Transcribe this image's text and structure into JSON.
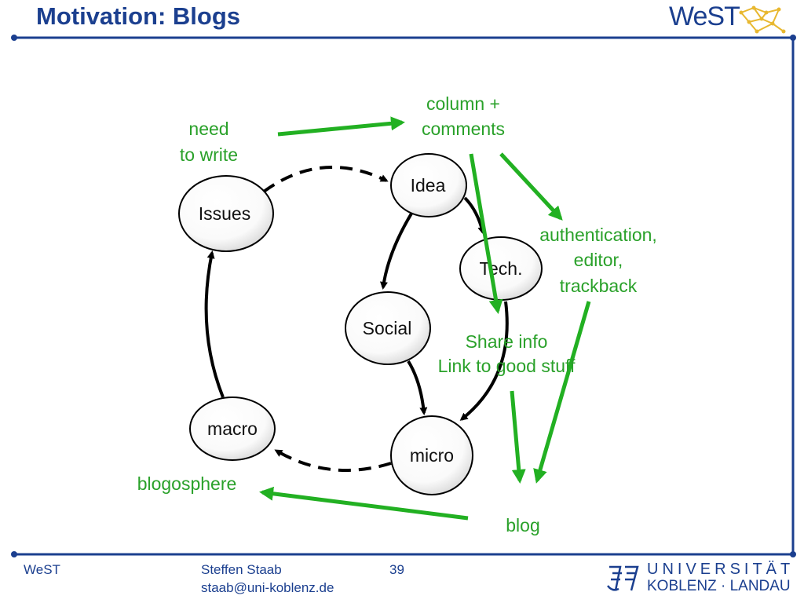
{
  "title": "Motivation: Blogs",
  "header_logo": {
    "text": "WeST"
  },
  "diagram": {
    "nodes": {
      "issues": "Issues",
      "idea": "Idea",
      "tech": "Tech.",
      "social": "Social",
      "micro": "micro",
      "macro": "macro"
    },
    "annotations": {
      "need_line1": "need",
      "need_line2": "to write",
      "column_line1": "column +",
      "column_line2": "comments",
      "auth_line1": "authentication,",
      "auth_line2": "editor,",
      "auth_line3": "trackback",
      "share_line1": "Share info",
      "share_line2": "Link to good stuff",
      "blog": "blog",
      "blogosphere": "blogosphere"
    }
  },
  "footer": {
    "left": "WeST",
    "author": "Steffen Staab",
    "email": "staab@uni-koblenz.de",
    "page": "39",
    "university_line1": "UNIVERSITÄT",
    "university_line2": "KOBLENZ · LANDAU"
  },
  "colors": {
    "title": "#1b3f8f",
    "green": "#2aa12a",
    "rule": "#1b3f8f"
  }
}
